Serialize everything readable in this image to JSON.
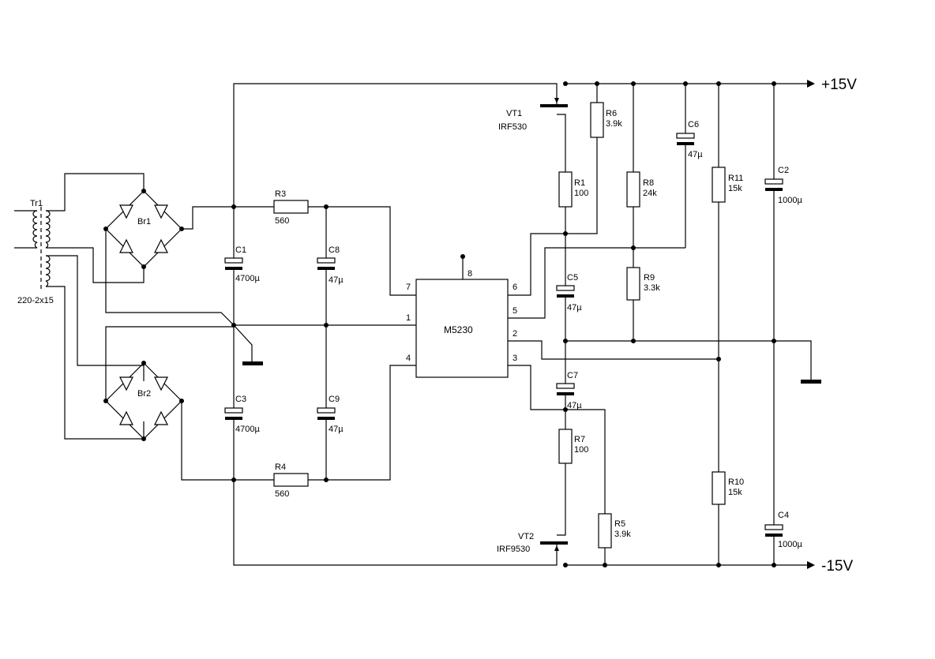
{
  "rails": {
    "positive": "+15V",
    "negative": "-15V"
  },
  "transformer": {
    "ref": "Tr1",
    "value": "220-2x15"
  },
  "bridges": [
    {
      "ref": "Br1"
    },
    {
      "ref": "Br2"
    }
  ],
  "ic": {
    "ref": "M5230",
    "pins": {
      "p1": "1",
      "p2": "2",
      "p3": "3",
      "p4": "4",
      "p5": "5",
      "p6": "6",
      "p7": "7",
      "p8": "8"
    }
  },
  "transistors": {
    "vt1": {
      "ref": "VT1",
      "value": "IRF530"
    },
    "vt2": {
      "ref": "VT2",
      "value": "IRF9530"
    }
  },
  "resistors": {
    "r1": {
      "ref": "R1",
      "value": "100"
    },
    "r3": {
      "ref": "R3",
      "value": "560"
    },
    "r4": {
      "ref": "R4",
      "value": "560"
    },
    "r5": {
      "ref": "R5",
      "value": "3.9k"
    },
    "r6": {
      "ref": "R6",
      "value": "3.9k"
    },
    "r7": {
      "ref": "R7",
      "value": "100"
    },
    "r8": {
      "ref": "R8",
      "value": "24k"
    },
    "r9": {
      "ref": "R9",
      "value": "3.3k"
    },
    "r10": {
      "ref": "R10",
      "value": "15k"
    },
    "r11": {
      "ref": "R11",
      "value": "15k"
    }
  },
  "capacitors": {
    "c1": {
      "ref": "C1",
      "value": "4700µ"
    },
    "c2": {
      "ref": "C2",
      "value": "1000µ"
    },
    "c3": {
      "ref": "C3",
      "value": "4700µ"
    },
    "c4": {
      "ref": "C4",
      "value": "1000µ"
    },
    "c5": {
      "ref": "C5",
      "value": "47µ"
    },
    "c6": {
      "ref": "C6",
      "value": "47µ"
    },
    "c7": {
      "ref": "C7",
      "value": "47µ"
    },
    "c8": {
      "ref": "C8",
      "value": "47µ"
    },
    "c9": {
      "ref": "C9",
      "value": "47µ"
    }
  }
}
